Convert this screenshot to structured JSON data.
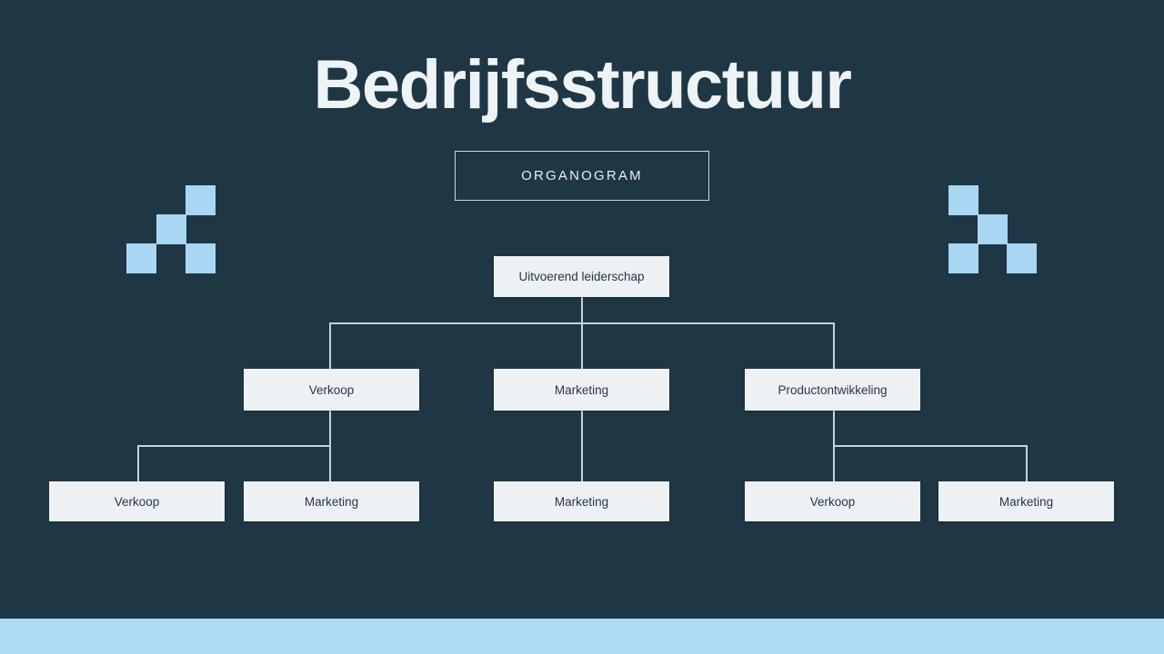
{
  "slide": {
    "background_color": "#1f3645",
    "accent_color": "#aedaf4",
    "node_fill_color": "#eef1f3",
    "node_text_color": "#24384a",
    "line_color": "#c5d3da"
  },
  "header": {
    "title": "Bedrijfsstructuur",
    "subtitle": "ORGANOGRAM"
  },
  "org_chart": {
    "root": {
      "label": "Uitvoerend leiderschap"
    },
    "level2": [
      {
        "label": "Verkoop"
      },
      {
        "label": "Marketing"
      },
      {
        "label": "Productontwikkeling"
      }
    ],
    "level3": [
      {
        "label": "Verkoop"
      },
      {
        "label": "Marketing"
      },
      {
        "label": "Marketing"
      },
      {
        "label": "Verkoop"
      },
      {
        "label": "Marketing"
      }
    ]
  },
  "decoration": {
    "left_squares_name": "pixel-squares-left",
    "right_squares_name": "pixel-squares-right",
    "square_color": "#a9d6f2"
  },
  "footer": {
    "bar_color": "#aedaf4"
  }
}
